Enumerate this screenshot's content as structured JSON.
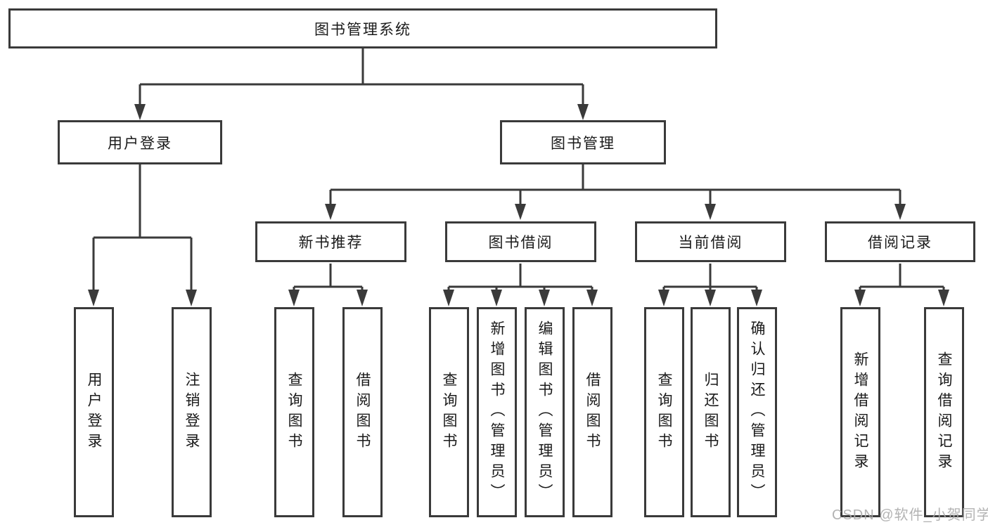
{
  "tree": {
    "root": "图书管理系统",
    "branches": [
      {
        "label": "用户登录",
        "children": [
          "用户登录",
          "注销登录"
        ]
      },
      {
        "label": "图书管理",
        "groups": [
          {
            "label": "新书推荐",
            "children": [
              "查询图书",
              "借阅图书"
            ]
          },
          {
            "label": "图书借阅",
            "children": [
              "查询图书",
              "新增图书（管理员）",
              "编辑图书（管理员）",
              "借阅图书"
            ]
          },
          {
            "label": "当前借阅",
            "children": [
              "查询图书",
              "归还图书",
              "确认归还（管理员）"
            ]
          },
          {
            "label": "借阅记录",
            "children": [
              "新增借阅记录",
              "查询借阅记录"
            ]
          }
        ]
      }
    ]
  },
  "watermark": {
    "text": "CSDN @软件_小贺同学"
  },
  "colors": {
    "line": "#3a3a3a",
    "box_background": "#ffffff",
    "text": "#1a1a1a",
    "watermark": "#ababab"
  }
}
